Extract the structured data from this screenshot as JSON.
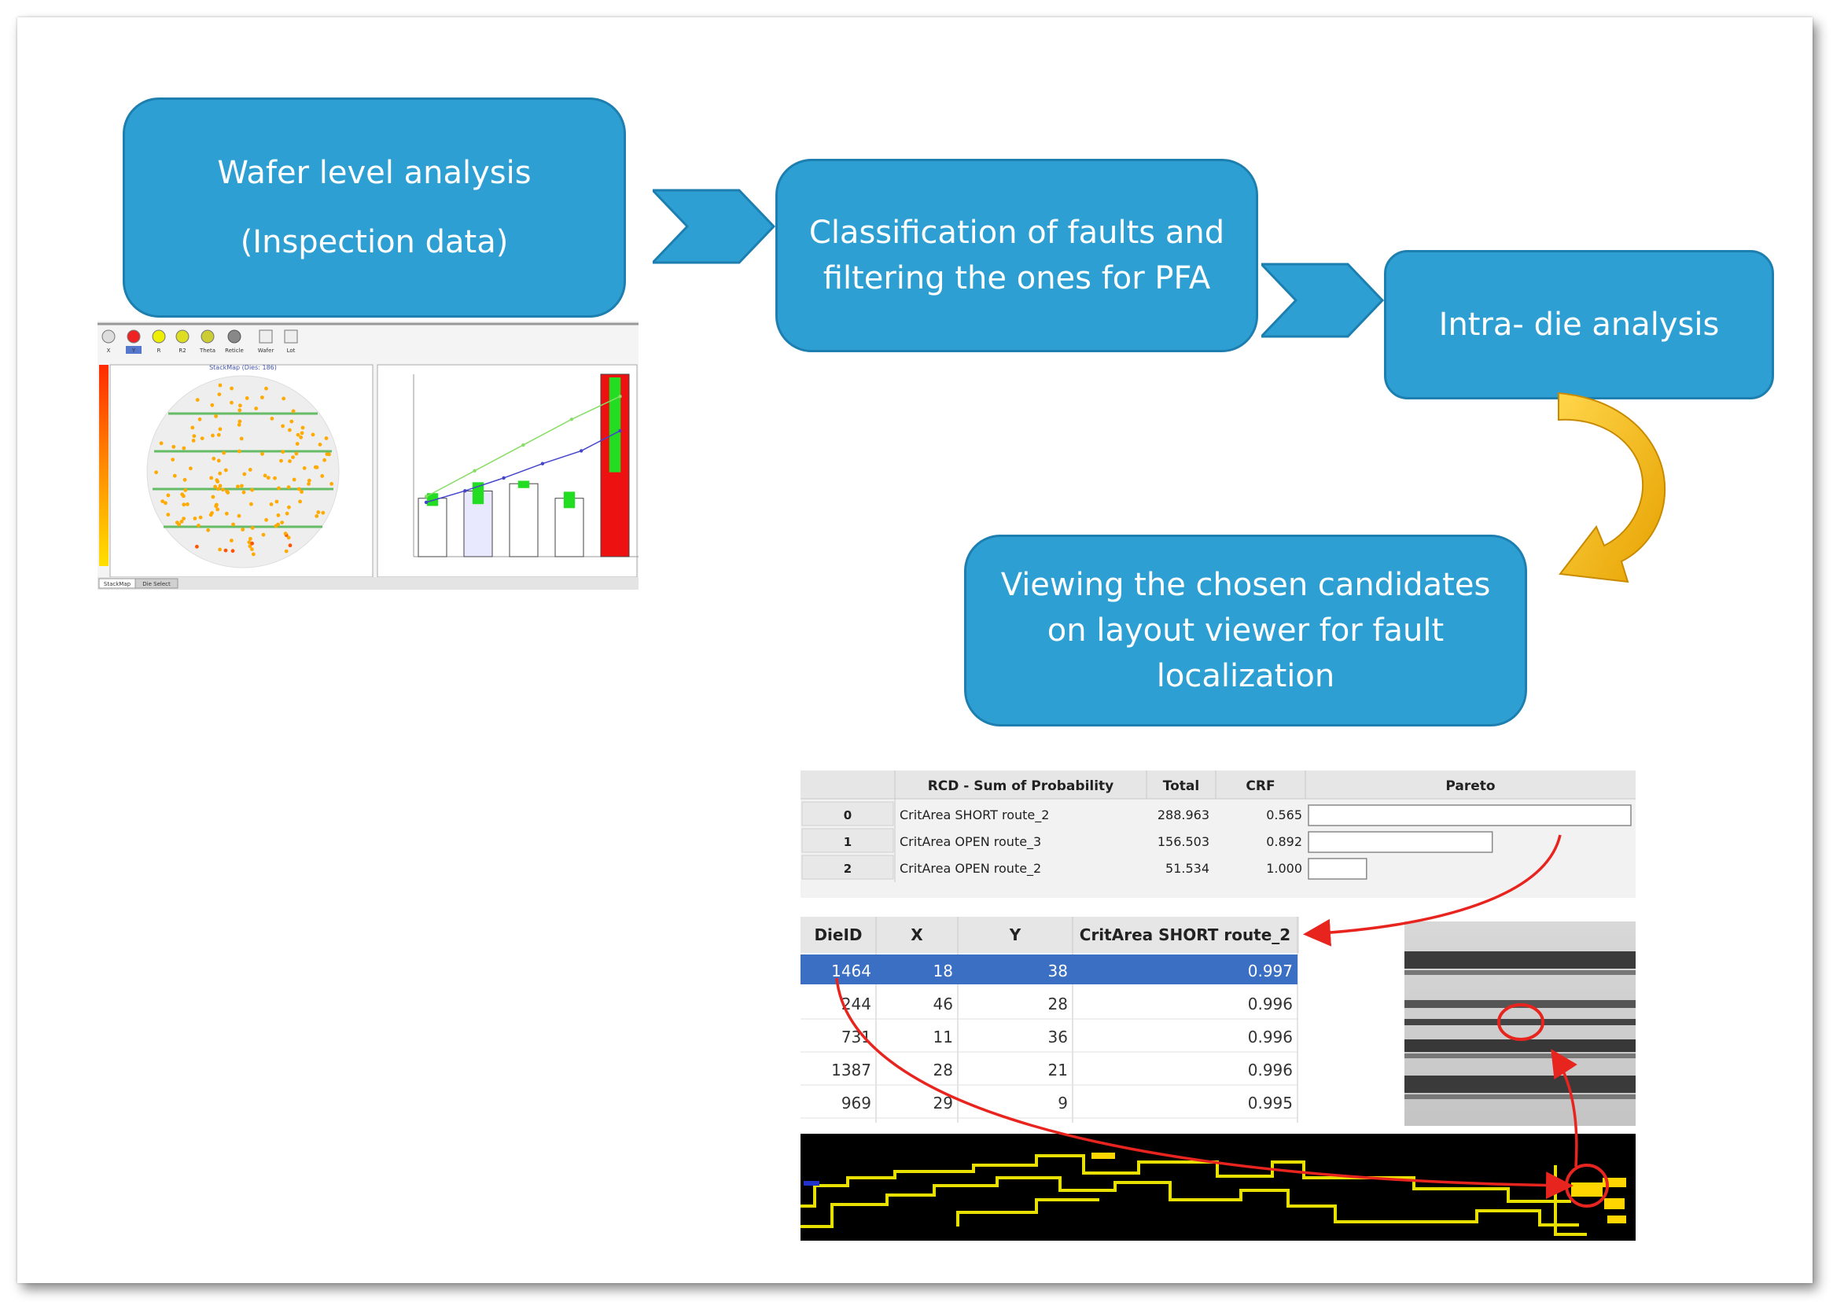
{
  "flow": {
    "wafer_box": {
      "line1": "Wafer level analysis",
      "line2": "(Inspection data)"
    },
    "classification_box": {
      "line1": "Classification of faults and",
      "line2": "filtering the ones for PFA"
    },
    "intra_die_box": {
      "label": "Intra- die analysis"
    },
    "viewing_box": {
      "line1": "Viewing the chosen candidates",
      "line2": "on layout viewer for fault",
      "line3": "localization"
    },
    "colors": {
      "box_fill": "#2e9fd3",
      "box_border": "#1d7fb0",
      "curved_arrow": "#f2b400",
      "callout_arrow": "#e8241f"
    }
  },
  "rcd_table": {
    "headers": [
      "",
      "RCD - Sum of Probability",
      "Total",
      "CRF",
      "Pareto"
    ],
    "rows": [
      {
        "index": "0",
        "name": "CritArea SHORT route_2",
        "total": "288.963",
        "crf": "0.565",
        "pareto": 1.0
      },
      {
        "index": "1",
        "name": "CritArea OPEN route_3",
        "total": "156.503",
        "crf": "0.892",
        "pareto": 0.57
      },
      {
        "index": "2",
        "name": "CritArea OPEN route_2",
        "total": "51.534",
        "crf": "1.000",
        "pareto": 0.18
      }
    ]
  },
  "die_table": {
    "headers": [
      "DieID",
      "X",
      "Y",
      "CritArea SHORT route_2"
    ],
    "rows": [
      {
        "id": "1464",
        "x": "18",
        "y": "38",
        "v": "0.997",
        "selected": true
      },
      {
        "id": "244",
        "x": "46",
        "y": "28",
        "v": "0.996",
        "selected": false
      },
      {
        "id": "731",
        "x": "11",
        "y": "36",
        "v": "0.996",
        "selected": false
      },
      {
        "id": "1387",
        "x": "28",
        "y": "21",
        "v": "0.996",
        "selected": false
      },
      {
        "id": "969",
        "x": "29",
        "y": "9",
        "v": "0.995",
        "selected": false
      }
    ]
  },
  "wafer_screenshot": {
    "stackmap_title": "StackMap (Dies: 186)",
    "toolbar_labels": [
      "X",
      "Y",
      "R",
      "R2",
      "Theta",
      "Reticle",
      "Wafer",
      "Lot"
    ],
    "bottom_tabs": [
      "StackMap",
      "Die Select"
    ],
    "bar_values": [
      0.32,
      0.36,
      0.4,
      0.32,
      1.0
    ],
    "green_caps": [
      0.07,
      0.12,
      0.04,
      0.09,
      0.52
    ],
    "line_values": [
      0.16,
      0.24,
      0.33,
      0.43,
      0.52,
      0.66
    ],
    "line2_values": [
      0.2,
      0.38,
      0.56,
      0.74,
      0.9
    ]
  }
}
